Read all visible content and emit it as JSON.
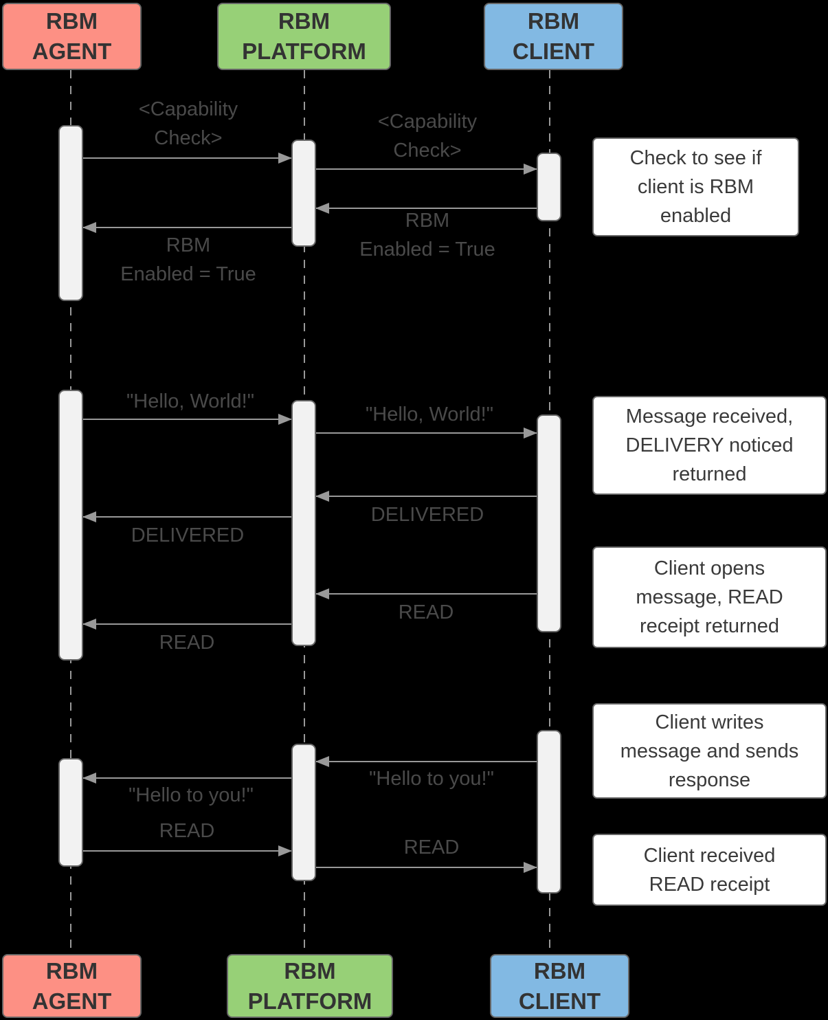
{
  "colors": {
    "background": "#000000",
    "agent_fill": "#FD9084",
    "platform_fill": "#97D077",
    "client_fill": "#82B9E3",
    "box_border": "#666666",
    "activation_fill": "#F2F2F2",
    "arrow": "#999999",
    "lifeline": "#999999",
    "actor_text": "#333333",
    "label_text": "#4A4A4A",
    "note_text": "#3A3A3A",
    "note_fill": "#FFFFFF"
  },
  "actors": {
    "agent": {
      "lines": [
        "RBM",
        "AGENT"
      ]
    },
    "platform": {
      "lines": [
        "RBM",
        "PLATFORM"
      ]
    },
    "client": {
      "lines": [
        "RBM",
        "CLIENT"
      ]
    }
  },
  "messages": {
    "capability_check_1": {
      "lines": [
        "<Capability",
        "Check>"
      ],
      "from": "RBM AGENT",
      "to": "RBM PLATFORM"
    },
    "capability_check_2": {
      "lines": [
        "<Capability",
        "Check>"
      ],
      "from": "RBM PLATFORM",
      "to": "RBM CLIENT"
    },
    "rbm_enabled_1": {
      "lines": [
        "RBM",
        "Enabled = True"
      ],
      "from": "RBM CLIENT",
      "to": "RBM PLATFORM"
    },
    "rbm_enabled_2": {
      "lines": [
        "RBM",
        "Enabled = True"
      ],
      "from": "RBM PLATFORM",
      "to": "RBM AGENT"
    },
    "hello_world_1": {
      "label": "\"Hello, World!\"",
      "from": "RBM AGENT",
      "to": "RBM PLATFORM"
    },
    "hello_world_2": {
      "label": "\"Hello, World!\"",
      "from": "RBM PLATFORM",
      "to": "RBM CLIENT"
    },
    "delivered_1": {
      "label": "DELIVERED",
      "from": "RBM CLIENT",
      "to": "RBM PLATFORM"
    },
    "delivered_2": {
      "label": "DELIVERED",
      "from": "RBM PLATFORM",
      "to": "RBM AGENT"
    },
    "read_1": {
      "label": "READ",
      "from": "RBM CLIENT",
      "to": "RBM PLATFORM"
    },
    "read_2": {
      "label": "READ",
      "from": "RBM PLATFORM",
      "to": "RBM AGENT"
    },
    "hello_to_you_1": {
      "label": "\"Hello to you!\"",
      "from": "RBM CLIENT",
      "to": "RBM PLATFORM"
    },
    "hello_to_you_2": {
      "label": "\"Hello to you!\"",
      "from": "RBM PLATFORM",
      "to": "RBM AGENT"
    },
    "read_3": {
      "label": "READ",
      "from": "RBM AGENT",
      "to": "RBM PLATFORM"
    },
    "read_4": {
      "label": "READ",
      "from": "RBM PLATFORM",
      "to": "RBM CLIENT"
    }
  },
  "notes": {
    "note1": {
      "lines": [
        "Check to see if",
        "client is RBM",
        "enabled"
      ]
    },
    "note2": {
      "lines": [
        "Message received,",
        "DELIVERY noticed",
        "returned"
      ]
    },
    "note3": {
      "lines": [
        "Client opens",
        "message, READ",
        "receipt returned"
      ]
    },
    "note4": {
      "lines": [
        "Client writes",
        "message and sends",
        "response"
      ]
    },
    "note5": {
      "lines": [
        "Client received",
        "READ receipt"
      ]
    }
  }
}
